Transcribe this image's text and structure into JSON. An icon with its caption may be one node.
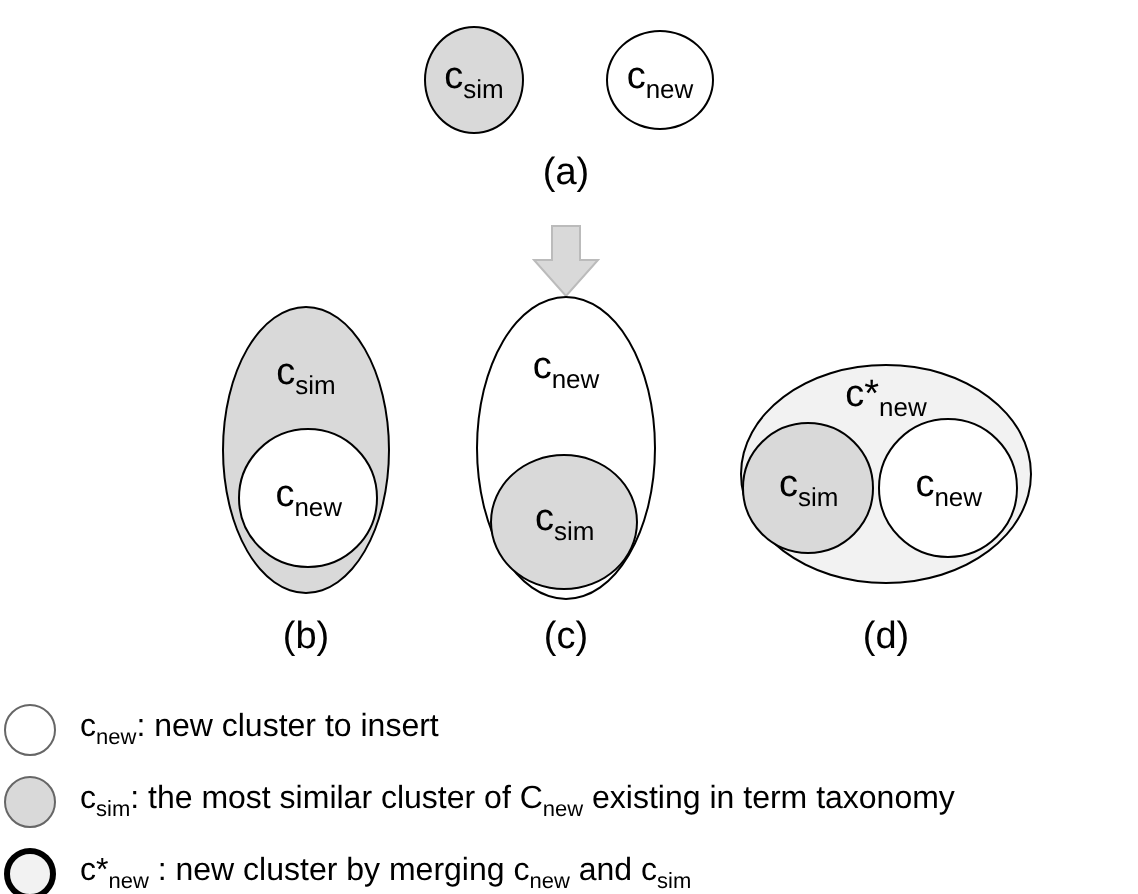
{
  "diagram": {
    "nodes": [
      {
        "text": [
          "c$_{sim}$"
        ]
      },
      {
        "text": [
          "c$_{new}$"
        ]
      },
      {
        "text": [
          "c$_{sim}$"
        ]
      },
      {
        "text": [
          "c$_{new}$"
        ],
        "in": 2
      },
      {
        "text": [
          "c$_{new}$"
        ]
      },
      {
        "text": [
          "c$_{sim}$"
        ],
        "in": 4
      },
      {
        "text": [
          "c*$_{new}$"
        ]
      },
      {
        "text": [
          "c$_{sim}$"
        ],
        "in": 6
      },
      {
        "text": [
          "c$_{new}$"
        ],
        "in": 6
      }
    ],
    "edges": [],
    "labels": [
      "(a)",
      "(b)",
      "(c)",
      "(d)"
    ],
    "legend": [
      {
        "text": "c$_{new}$: new cluster to insert",
        "color": "#ffffff"
      },
      {
        "text": "c$_{sim}$: the most similar cluster of C$_{new}$  existing in term taxonomy",
        "color": "#d9d9d9"
      },
      {
        "text": "c*$_{new}$ : new cluster by merging c$_{new}$ and c$_{sim}$",
        "color": "#f2f2f2"
      }
    ]
  }
}
